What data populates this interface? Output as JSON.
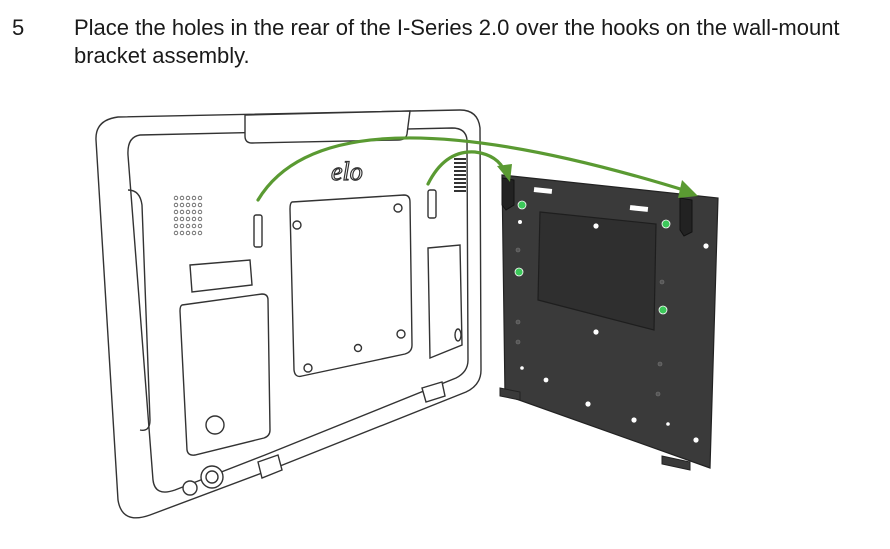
{
  "step": {
    "number": "5",
    "text": "Place the holes in the rear of the I-Series 2.0 over the hooks on the wall-mount bracket assembly."
  },
  "illustration": {
    "logo_text": "elo",
    "arrow_color": "#5a9a32",
    "bracket_color": "#3a3a3a",
    "screw_color": "#3cc85a",
    "line_color": "#333333"
  }
}
